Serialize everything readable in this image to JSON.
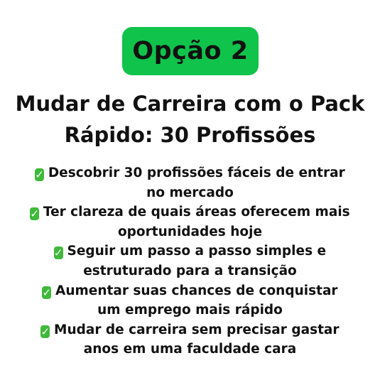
{
  "badge": {
    "label": "Opção 2",
    "color": "#0fc34b"
  },
  "headline": {
    "line1": "Mudar de Carreira com o Pack",
    "line2": "Rápido: 30 Profissões"
  },
  "check_icon": {
    "name": "check-mark-icon",
    "glyph": "✓",
    "color": "#3fb93a"
  },
  "benefits": [
    {
      "line1": "Descobrir 30 profissões fáceis de entrar",
      "line2": "no mercado"
    },
    {
      "line1": "Ter clareza de quais áreas oferecem mais",
      "line2": "oportunidades hoje"
    },
    {
      "line1": "Seguir um passo a passo simples e",
      "line2": "estruturado para a transição"
    },
    {
      "line1": "Aumentar suas chances de conquistar",
      "line2": "um emprego mais rápido"
    },
    {
      "line1": "Mudar de carreira sem precisar gastar",
      "line2": "anos em uma faculdade cara"
    }
  ]
}
